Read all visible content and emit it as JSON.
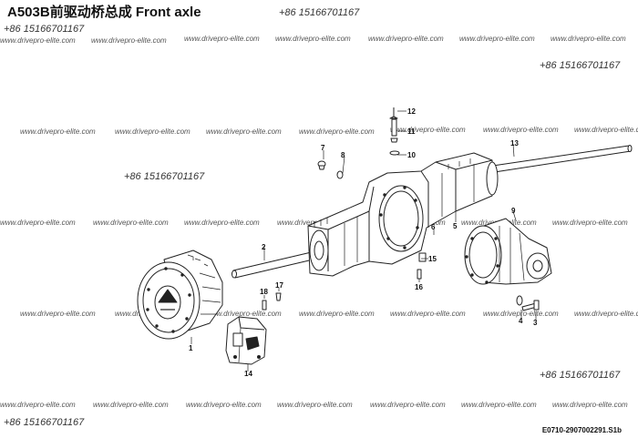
{
  "title": "A503B前驱动桥总成  Front axle",
  "drawing_code": "E0710-2907002291.S1b",
  "phone_watermark": "+86 15166701167",
  "site_watermark": "www.drivepro-elite.com",
  "callouts": [
    "1",
    "2",
    "3",
    "4",
    "5",
    "6",
    "7",
    "8",
    "9",
    "10",
    "11",
    "12",
    "13",
    "14",
    "15",
    "16",
    "17",
    "18"
  ],
  "colors": {
    "line": "#222222",
    "ink": "#111111"
  }
}
